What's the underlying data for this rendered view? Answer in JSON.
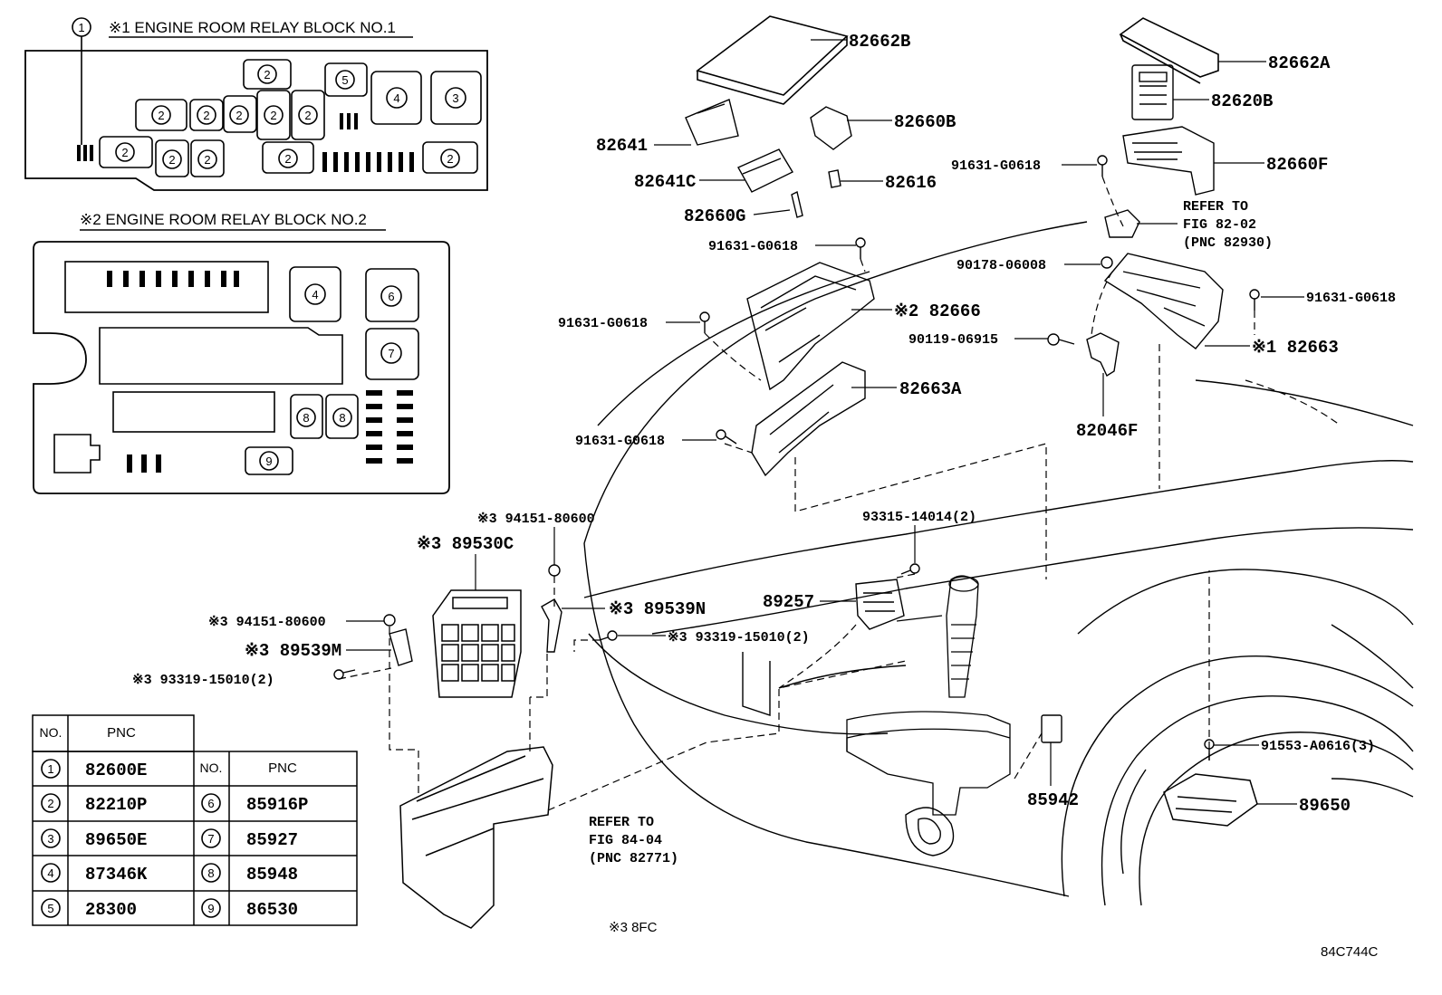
{
  "relay_block_1": {
    "title": "※1 ENGINE ROOM RELAY BLOCK NO.1",
    "callout": "1",
    "slots": [
      "2",
      "5",
      "4",
      "3",
      "2",
      "2",
      "2",
      "2",
      "2",
      "2",
      "2",
      "2",
      "2",
      "2"
    ]
  },
  "relay_block_2": {
    "title": "※2 ENGINE ROOM RELAY BLOCK NO.2",
    "slots": [
      "4",
      "6",
      "7",
      "8",
      "8",
      "9"
    ]
  },
  "part_labels": {
    "p82662B": "82662B",
    "p82662A": "82662A",
    "p82620B": "82620B",
    "p82660B": "82660B",
    "p82641": "82641",
    "p82641C": "82641C",
    "p82616": "82616",
    "p82660G": "82660G",
    "p82660F": "82660F",
    "p91631_a": "91631-G0618",
    "p91631_b": "91631-G0618",
    "p91631_c": "91631-G0618",
    "p91631_d": "91631-G0618",
    "p91631_e": "91631-G0618",
    "refer_82_02_l1": "REFER TO",
    "refer_82_02_l2": "FIG 82-02",
    "refer_82_02_l3": "(PNC 82930)",
    "p90178": "90178-06008",
    "p82666": "※2 82666",
    "p90119": "90119-06915",
    "p82663": "※1 82663",
    "p82663A": "82663A",
    "p82046F": "82046F",
    "p93315": "93315-14014(2)",
    "p94151_a": "※3 94151-80600",
    "p89530C": "※3 89530C",
    "p89257": "89257",
    "p89539N": "※3 89539N",
    "p94151_b": "※3 94151-80600",
    "p93319_a": "※3 93319-15010(2)",
    "p89539M": "※3 89539M",
    "p93319_b": "※3 93319-15010(2)",
    "p91553": "91553-A0616(3)",
    "p85942": "85942",
    "p89650": "89650",
    "refer_84_04_l1": "REFER TO",
    "refer_84_04_l2": "FIG 84-04",
    "refer_84_04_l3": "(PNC 82771)",
    "note_8fc": "※3 8FC",
    "fig_code": "84C744C"
  },
  "pnc_table": {
    "head_no": "NO.",
    "head_pnc": "PNC",
    "left_rows": [
      {
        "no": "1",
        "pnc": "82600E"
      },
      {
        "no": "2",
        "pnc": "82210P"
      },
      {
        "no": "3",
        "pnc": "89650E"
      },
      {
        "no": "4",
        "pnc": "87346K"
      },
      {
        "no": "5",
        "pnc": "28300"
      }
    ],
    "right_rows": [
      {
        "no": "6",
        "pnc": "85916P"
      },
      {
        "no": "7",
        "pnc": "85927"
      },
      {
        "no": "8",
        "pnc": "85948"
      },
      {
        "no": "9",
        "pnc": "86530"
      }
    ]
  }
}
